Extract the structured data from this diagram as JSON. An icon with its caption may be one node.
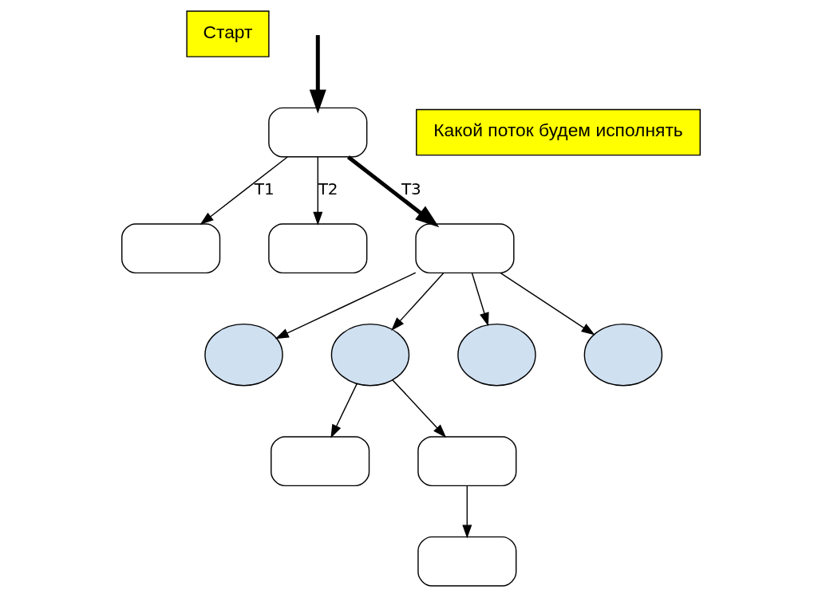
{
  "diagram": {
    "nodes": [
      {
        "text": [
          "Старт"
        ]
      },
      {
        "text": [],
        "shape": "box"
      },
      {
        "text": [
          "Какой поток будем исполнять"
        ]
      },
      {
        "text": [],
        "shape": "box"
      },
      {
        "text": [],
        "shape": "box"
      },
      {
        "text": [],
        "shape": "box"
      },
      {
        "text": [],
        "shape": "ellipse"
      },
      {
        "text": [],
        "shape": "ellipse"
      },
      {
        "text": [],
        "shape": "ellipse"
      },
      {
        "text": [],
        "shape": "ellipse"
      },
      {
        "text": [],
        "shape": "box"
      },
      {
        "text": [],
        "shape": "box"
      },
      {
        "text": [],
        "shape": "box"
      }
    ],
    "edges": [
      {
        "from": null,
        "to": 1,
        "arrow": "to",
        "style": "thick"
      },
      {
        "from": 1,
        "to": 3,
        "arrow": "to",
        "label": "T1"
      },
      {
        "from": 1,
        "to": 4,
        "arrow": "to",
        "label": "T2"
      },
      {
        "from": 1,
        "to": 5,
        "arrow": "to",
        "label": "T3",
        "style": "thick"
      },
      {
        "from": 5,
        "to": 6,
        "arrow": "to"
      },
      {
        "from": 5,
        "to": 7,
        "arrow": "to"
      },
      {
        "from": 5,
        "to": 8,
        "arrow": "to"
      },
      {
        "from": 5,
        "to": 9,
        "arrow": "to"
      },
      {
        "from": 7,
        "to": 10,
        "arrow": "to"
      },
      {
        "from": 7,
        "to": 11,
        "arrow": "to"
      },
      {
        "from": 11,
        "to": 12,
        "arrow": "to"
      }
    ]
  }
}
